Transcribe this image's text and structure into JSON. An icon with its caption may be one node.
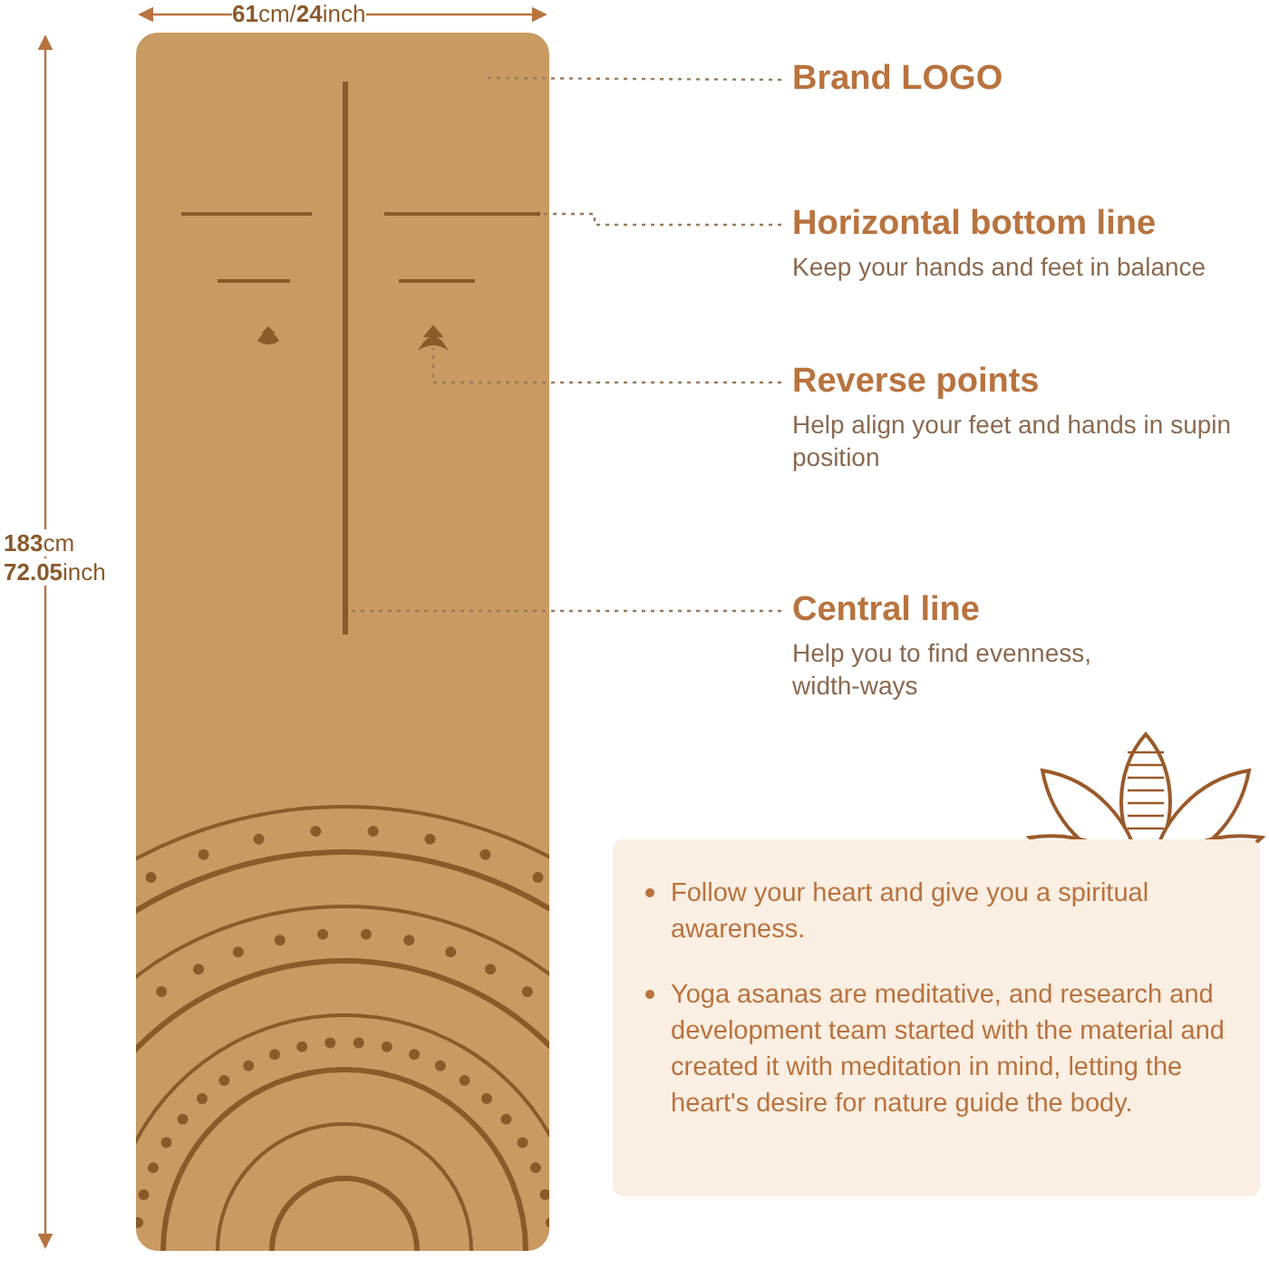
{
  "diagram": {
    "nodes": [
      {
        "text": [
          "Brand LOGO"
        ]
      },
      {
        "text": [
          "Horizontal bottom line",
          "Keep your hands and feet in balance"
        ]
      },
      {
        "text": [
          "Reverse points",
          "Help align your feet and hands in supin position"
        ]
      },
      {
        "text": [
          "Central line",
          "Help you to find evenness, width-ways"
        ]
      },
      {
        "text": [],
        "shape": "bar"
      },
      {
        "text": [],
        "shape": "picture"
      },
      {
        "text": [],
        "shape": "bar"
      },
      {
        "text": [
          "Follow your heart and give you a spiritual awareness.",
          "Yoga asanas are meditative, and research and development team started with the material and created it with meditation in mind, letting the heart's desire for nature guide the body."
        ]
      }
    ],
    "edges": [
      {
        "from": 0,
        "to": null,
        "arrow": "none",
        "style": "dashed"
      },
      {
        "from": 1,
        "to": 6,
        "arrow": "none",
        "style": "dashed"
      },
      {
        "from": 2,
        "to": 5,
        "arrow": "none",
        "style": "dashed"
      },
      {
        "from": 3,
        "to": 4,
        "arrow": "none",
        "style": "dashed"
      }
    ],
    "labels": [
      "**61**cm/**24**inch",
      "**183**cm",
      "**72.05**inch"
    ]
  }
}
